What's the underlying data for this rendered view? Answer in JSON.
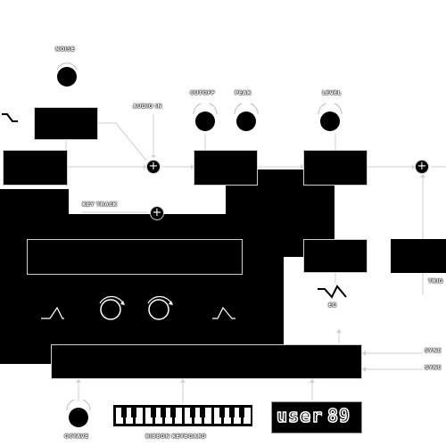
{
  "labels": {
    "noise": "NOISE",
    "audio_in": "AUDIO IN",
    "cutoff": "CUTOFF",
    "peak": "PEAK",
    "level": "LEVEL",
    "key_track": "KEY TRACK",
    "eg": "EG",
    "octave": "OCTAVE",
    "ribbon_keyboard": "RIBBON KEYBOARD",
    "sync_1": "SYNC",
    "sync_2": "SYNC",
    "trig": "TRIG"
  },
  "display": {
    "word": "user",
    "number": "89"
  },
  "sum_symbol": "+",
  "colors": {
    "background": "#ffffff",
    "block": "#000000",
    "line": "#d0d0d0"
  }
}
